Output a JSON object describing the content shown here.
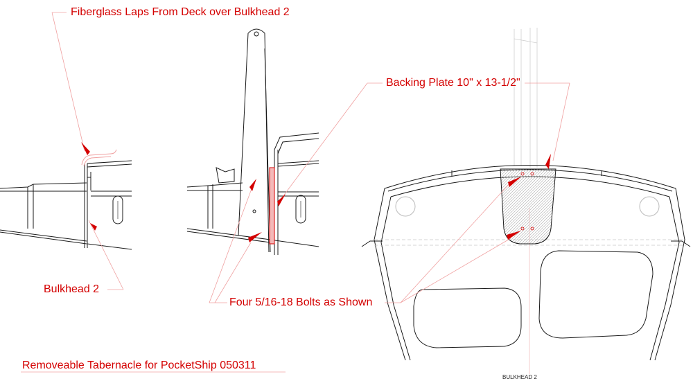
{
  "drawing": {
    "labels": {
      "fiberglass_laps": "Fiberglass Laps From Deck over Bulkhead 2",
      "bulkhead_2": "Bulkhead 2",
      "backing_plate": "Backing Plate 10\" x 13-1/2\"",
      "bolts": "Four 5/16-18 Bolts as Shown",
      "title": "Removeable Tabernacle for PocketShip 050311",
      "bulkhead_caption": "BULKHEAD 2"
    },
    "colors": {
      "line": "#1a1a1a",
      "annotation": "#d40000",
      "leader": "#f0a0a0",
      "plate_fill": "#f4b8b8",
      "hatch": "#bdbdbd",
      "centerline": "#d8d8d8"
    }
  }
}
